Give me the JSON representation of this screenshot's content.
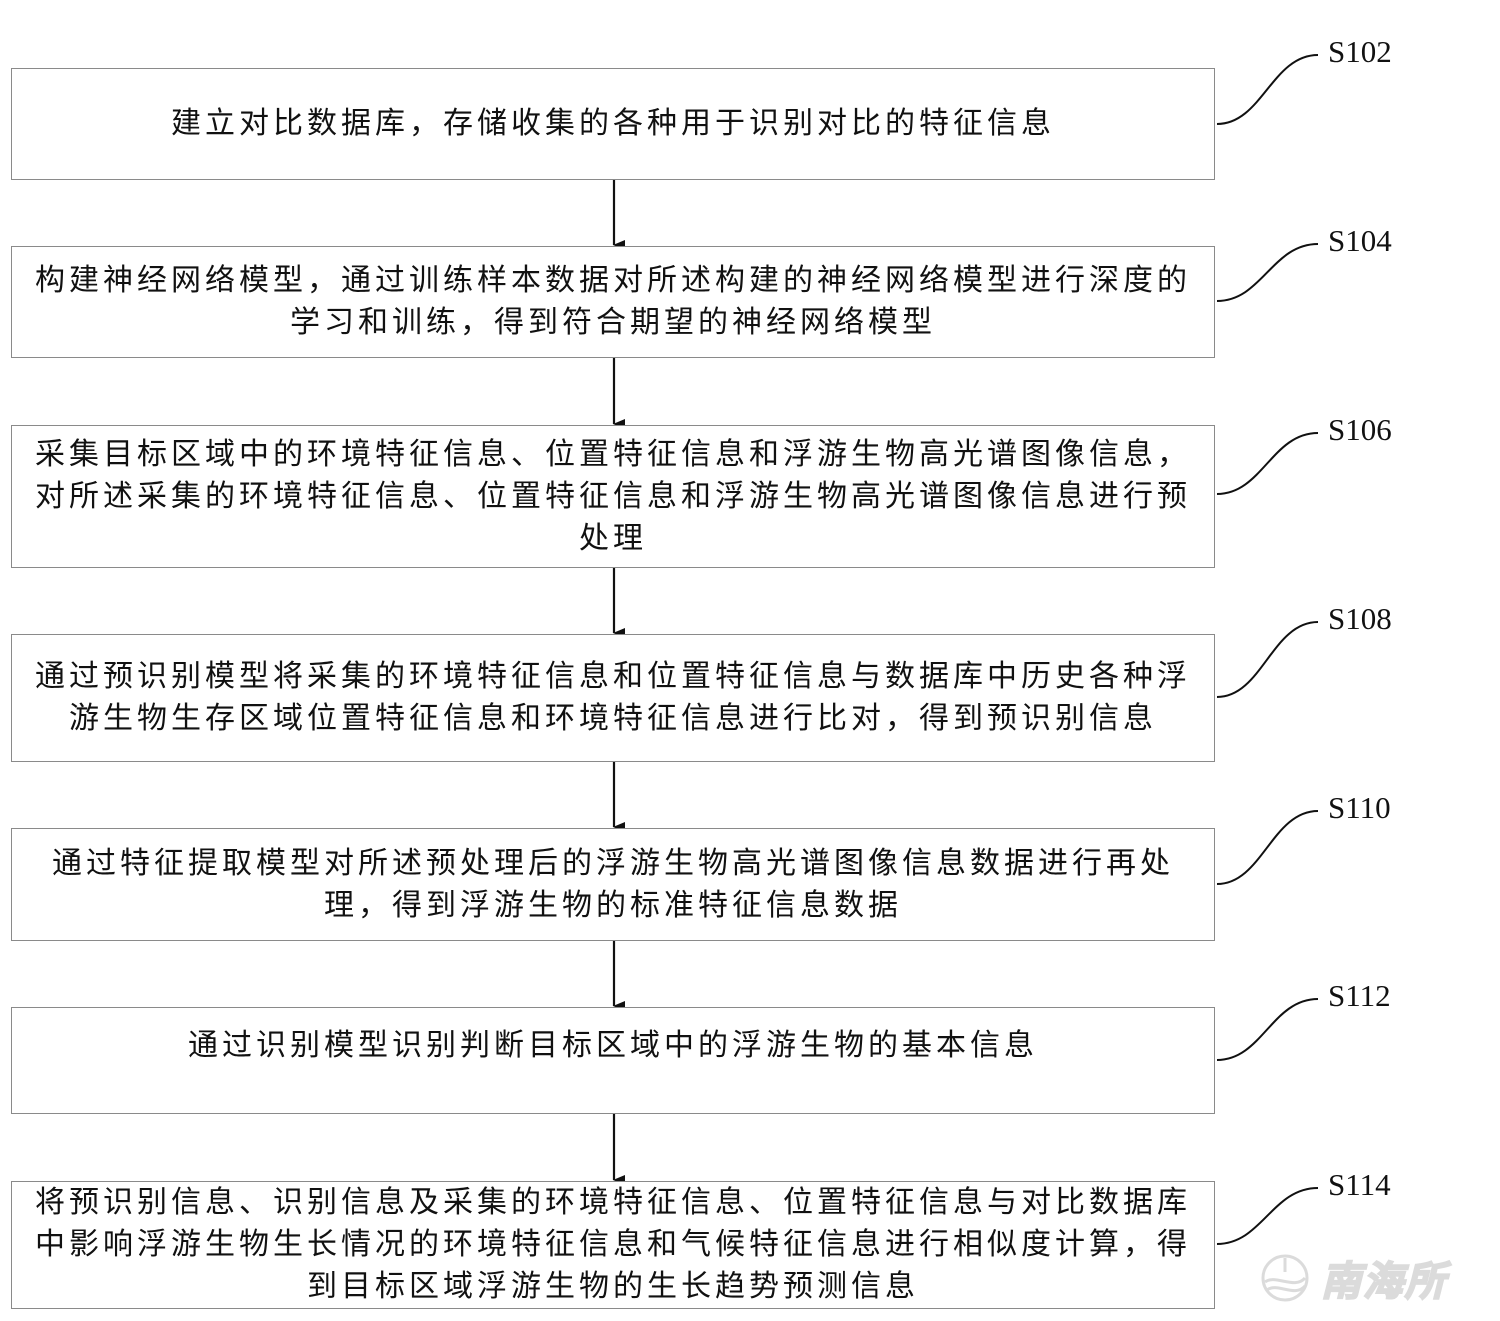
{
  "steps": [
    {
      "label": "S102",
      "text": "建立对比数据库，存储收集的各种用于识别对比的特征信息"
    },
    {
      "label": "S104",
      "text": "构建神经网络模型，通过训练样本数据对所述构建的神经网络模型进行深度的学习和训练，得到符合期望的神经网络模型"
    },
    {
      "label": "S106",
      "text": "采集目标区域中的环境特征信息、位置特征信息和浮游生物高光谱图像信息，对所述采集的环境特征信息、位置特征信息和浮游生物高光谱图像信息进行预处理"
    },
    {
      "label": "S108",
      "text": "通过预识别模型将采集的环境特征信息和位置特征信息与数据库中历史各种浮游生物生存区域位置特征信息和环境特征信息进行比对，得到预识别信息"
    },
    {
      "label": "S110",
      "text": "通过特征提取模型对所述预处理后的浮游生物高光谱图像信息数据进行再处理，得到浮游生物的标准特征信息数据"
    },
    {
      "label": "S112",
      "text": "通过识别模型识别判断目标区域中的浮游生物的基本信息"
    },
    {
      "label": "S114",
      "text": "将预识别信息、识别信息及采集的环境特征信息、位置特征信息与对比数据库中影响浮游生物生长情况的环境特征信息和气候特征信息进行相似度计算，得到目标区域浮游生物的生长趋势预测信息"
    }
  ],
  "watermark": {
    "text": "南海所"
  }
}
